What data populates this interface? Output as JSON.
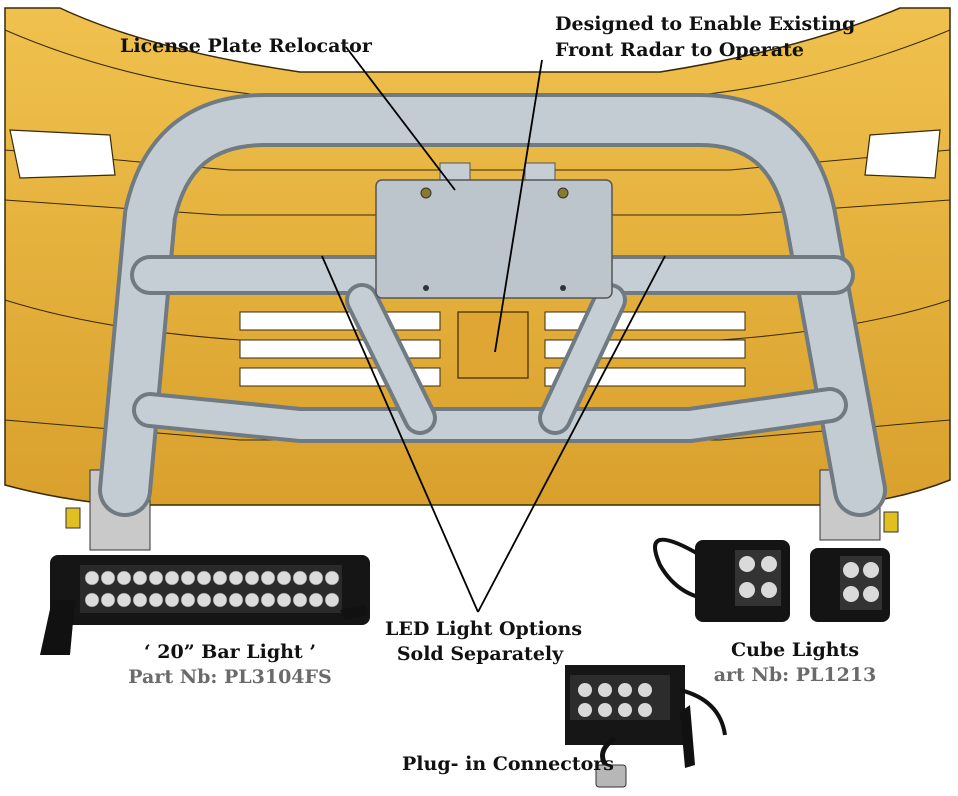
{
  "callouts": {
    "license_plate": "License Plate Relocator",
    "radar_line1": "Designed to Enable Existing",
    "radar_line2": "Front Radar to Operate",
    "led_line1": "LED Light Options",
    "led_line2": "Sold Separately",
    "plug_in": "Plug- in Connectors"
  },
  "products": {
    "bar_light": {
      "name": "‘ 20” Bar Light ’",
      "part": "Part Nb: PL3104FS"
    },
    "cube_lights": {
      "name": "Cube Lights",
      "part": "art Nb: PL1213"
    }
  },
  "colors": {
    "bumper": "#e9b23a",
    "bumper_dark": "#b98a22",
    "tube": "#bfc8cf",
    "tube_dark": "#8f9aa3",
    "light_body": "#111111"
  }
}
